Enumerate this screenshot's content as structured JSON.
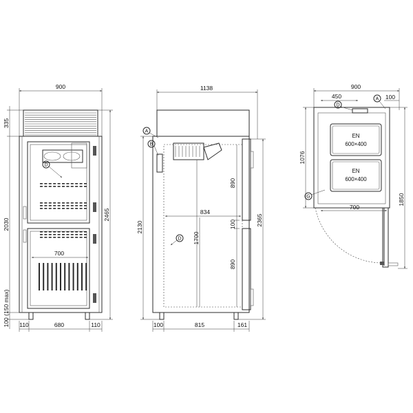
{
  "front_view": {
    "dims": {
      "total_width": "900",
      "top_height": "335",
      "door_height": "2030",
      "total_height": "2465",
      "foot_height": "100 (150 max)",
      "left_foot": "110",
      "inner_width": "680",
      "right_foot": "110",
      "shelf_width": "700"
    },
    "callout": "D"
  },
  "side_view": {
    "dims": {
      "total_depth": "1138",
      "body_height": "2130",
      "upper_height": "890",
      "mid_gap": "100",
      "lower_height": "890",
      "inner_depth": "834",
      "inner_height": "1700",
      "door_height": "2365",
      "left_offset": "100",
      "base_depth": "815",
      "door_offset": "161"
    },
    "callouts": {
      "a": "A",
      "b": "B",
      "d": "D"
    }
  },
  "top_view": {
    "dims": {
      "total_width": "900",
      "offset": "450",
      "side_right": "100",
      "depth": "1076",
      "inner_width": "700",
      "swing": "1850"
    },
    "trays": [
      {
        "label": "EN",
        "size": "600×400"
      },
      {
        "label": "EN",
        "size": "600×400"
      }
    ],
    "callouts": {
      "d": "D",
      "a": "A",
      "g": "G"
    }
  }
}
